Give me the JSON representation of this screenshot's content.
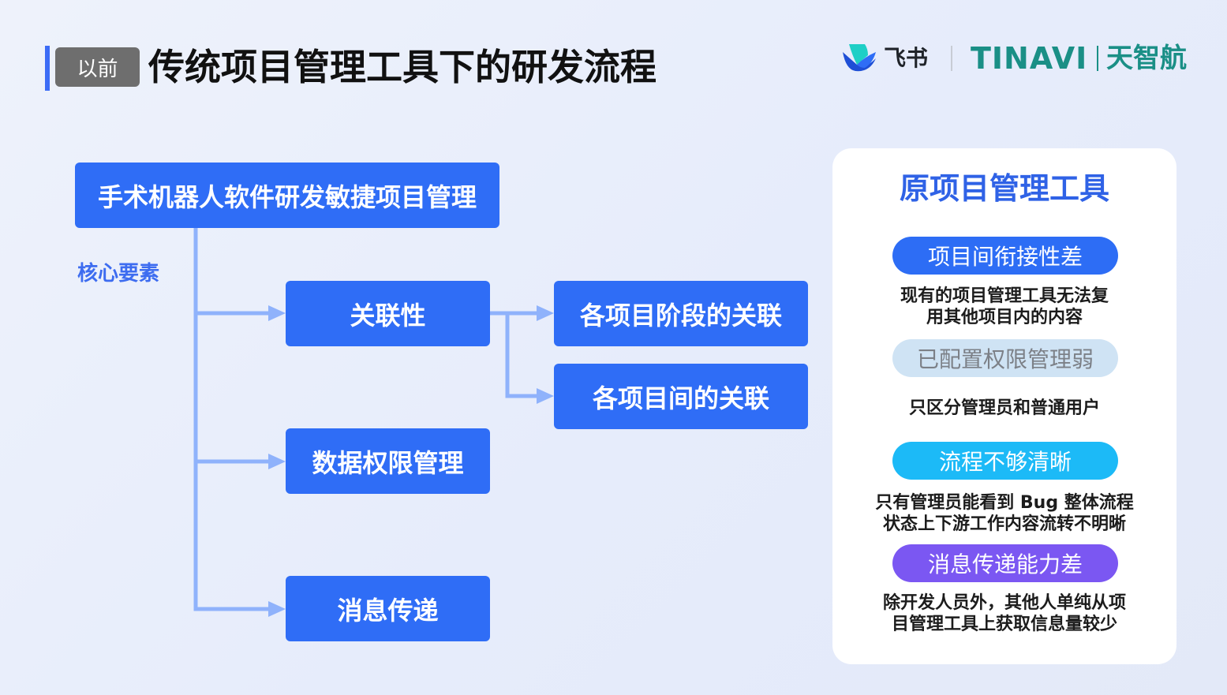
{
  "header": {
    "tag": "以前",
    "title": "传统项目管理工具下的研发流程"
  },
  "logos": {
    "feishu": "飞书",
    "tinavi": "TINAVI",
    "tinavi_cn": "天智航"
  },
  "diagram": {
    "root": "手术机器人软件研发敏捷项目管理",
    "core_label": "核心要素",
    "branches": [
      "关联性",
      "数据权限管理",
      "消息传递"
    ],
    "sub_branches": [
      "各项目阶段的关联",
      "各项目间的关联"
    ]
  },
  "panel": {
    "title": "原项目管理工具",
    "items": [
      {
        "pill": "项目间衔接性差",
        "lines": [
          "现有的项目管理工具无法复",
          "用其他项目内的内容"
        ],
        "color": "#2d6df5"
      },
      {
        "pill": "已配置权限管理弱",
        "lines": [
          "只区分管理员和普通用户"
        ],
        "color": "#cfe3f4"
      },
      {
        "pill": "流程不够清晰",
        "lines": [
          "只有管理员能看到 Bug 整体流程",
          "状态上下游工作内容流转不明晰"
        ],
        "color": "#1cbaf7"
      },
      {
        "pill": "消息传递能力差",
        "lines": [
          "除开发人员外，其他人单纯从项",
          "目管理工具上获取信息量较少"
        ],
        "color": "#7b57f2"
      }
    ]
  },
  "colors": {
    "accent": "#3c6cf6",
    "node": "#2f6df6",
    "connector": "#8fb2fb",
    "brand_teal": "#1a8f86"
  }
}
